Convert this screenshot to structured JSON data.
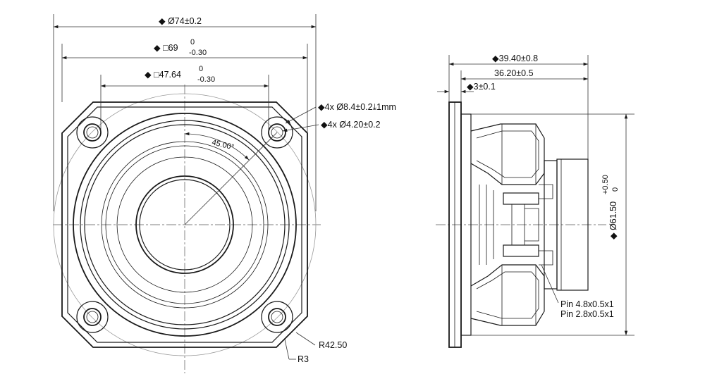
{
  "front_view": {
    "dim_outer_diameter": "◆ Ø74±0.2",
    "dim_square_69": {
      "value": "◆ □69",
      "upper": "0",
      "lower": "-0.30"
    },
    "dim_square_47": {
      "value": "◆ □47.64",
      "upper": "0",
      "lower": "-0.30"
    },
    "dim_hole_counterbore": "◆4x Ø8.4±0.2⤓1mm",
    "dim_hole_diameter": "◆4x Ø4.20±0.2",
    "dim_angle": "45.00°",
    "dim_radius_large": "R42.50",
    "dim_radius_corner": "R3"
  },
  "side_view": {
    "dim_total_depth": "◆39.40±0.8",
    "dim_body_depth": "36.20±0.5",
    "dim_flange": "◆3±0.1",
    "dim_diameter": {
      "value": "◆ Ø61.50",
      "upper": "+0.50",
      "lower": "0"
    },
    "pin_labels": [
      "Pin 4.8x0.5x1",
      "Pin 2.8x0.5x1"
    ]
  }
}
